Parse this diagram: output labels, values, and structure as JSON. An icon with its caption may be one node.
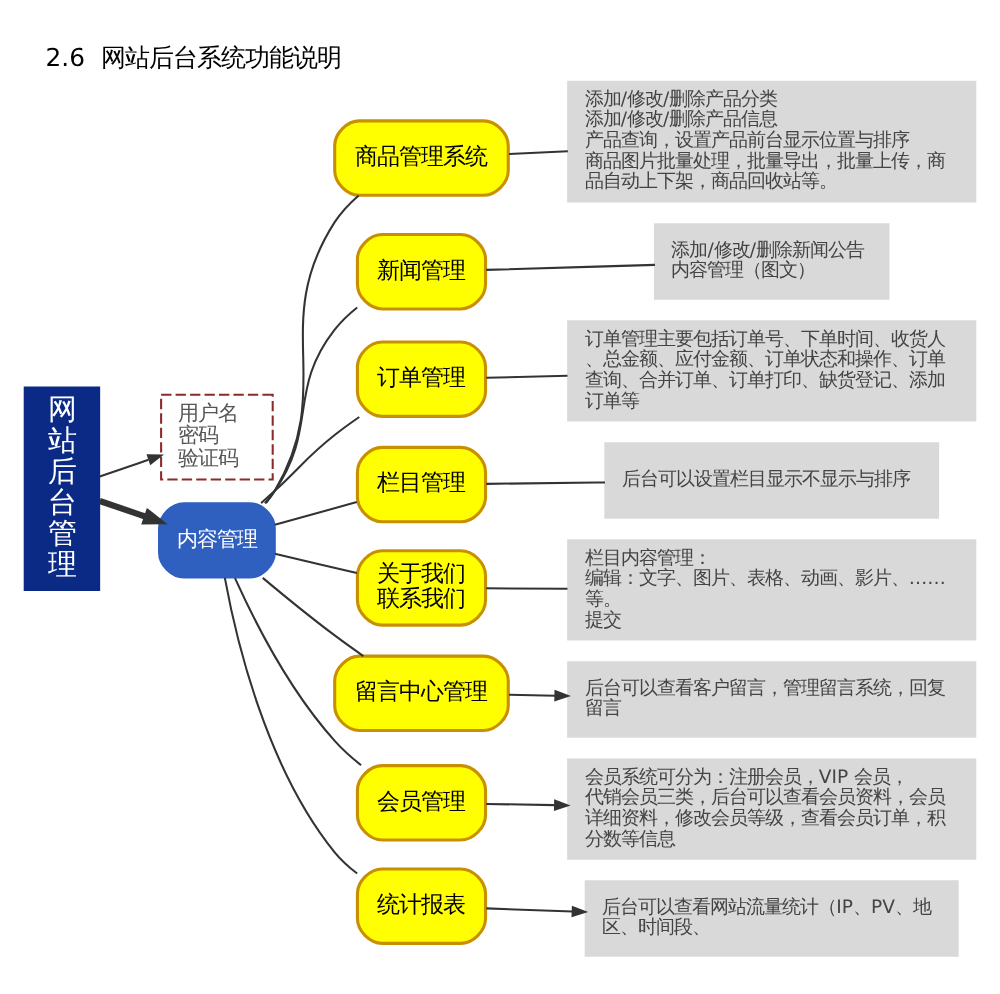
{
  "diagram": {
    "title": "2.6  网站后台系统功能说明",
    "nodes": [
      {
        "text": [
          "网站后台管理"
        ]
      },
      {
        "text": [
          "用户名",
          "密码",
          "验证码"
        ]
      },
      {
        "text": [
          "内容管理"
        ]
      },
      {
        "text": [
          "商品管理系统"
        ]
      },
      {
        "text": [
          "添加/修改/删除产品分类",
          "添加/修改/删除产品信息",
          "产品查询，设置产品前台显示位置与排序",
          "商品图片批量处理，批量导出，批量上传，商品自动上下架，商品回收站等。"
        ]
      },
      {
        "text": [
          "新闻管理"
        ]
      },
      {
        "text": [
          "添加/修改/删除新闻公告",
          "内容管理（图文）"
        ]
      },
      {
        "text": [
          "订单管理"
        ]
      },
      {
        "text": [
          "订单管理主要包括订单号、下单时间、收货人、总金额、应付金额、订单状态和操作、订单查询、合并订单、订单打印、缺货登记、添加订单等"
        ]
      },
      {
        "text": [
          "栏目管理"
        ]
      },
      {
        "text": [
          "后台可以设置栏目显示不显示与排序"
        ]
      },
      {
        "text": [
          "关于我们",
          "联系我们"
        ]
      },
      {
        "text": [
          "栏目内容管理：",
          "编辑：文字、图片、表格、动画、影片、……等。",
          "提交"
        ]
      },
      {
        "text": [
          "留言中心管理"
        ]
      },
      {
        "text": [
          "后台可以查看客户留言，管理留言系统，回复留言"
        ]
      },
      {
        "text": [
          "会员管理"
        ]
      },
      {
        "text": [
          "会员系统可分为：注册会员，VIP 会员，代销会员三类，后台可以查看会员资料，会员详细资料，修改会员等级，查看会员订单，积分数等信息"
        ]
      },
      {
        "text": [
          "统计报表"
        ]
      },
      {
        "text": [
          "后台可以查看网站流量统计（IP、PV、地区、时间段、"
        ]
      }
    ],
    "edges": [
      {
        "from": 0,
        "to": 1,
        "arrow": "to"
      },
      {
        "from": 0,
        "to": 2,
        "arrow": "to",
        "style": "thick"
      },
      {
        "from": 2,
        "to": 3,
        "arrow": "none"
      },
      {
        "from": 2,
        "to": 5,
        "arrow": "none"
      },
      {
        "from": 2,
        "to": 7,
        "arrow": "none"
      },
      {
        "from": 2,
        "to": 9,
        "arrow": "none"
      },
      {
        "from": 2,
        "to": 11,
        "arrow": "none"
      },
      {
        "from": 2,
        "to": 13,
        "arrow": "none"
      },
      {
        "from": 2,
        "to": 15,
        "arrow": "none"
      },
      {
        "from": 2,
        "to": 17,
        "arrow": "none"
      },
      {
        "from": 3,
        "to": 4,
        "arrow": "none"
      },
      {
        "from": 5,
        "to": 6,
        "arrow": "none"
      },
      {
        "from": 7,
        "to": 8,
        "arrow": "none"
      },
      {
        "from": 9,
        "to": 10,
        "arrow": "none"
      },
      {
        "from": 11,
        "to": 12,
        "arrow": "none"
      },
      {
        "from": 13,
        "to": 14,
        "arrow": "to"
      },
      {
        "from": 15,
        "to": 16,
        "arrow": "to"
      },
      {
        "from": 17,
        "to": 18,
        "arrow": "to"
      }
    ]
  }
}
